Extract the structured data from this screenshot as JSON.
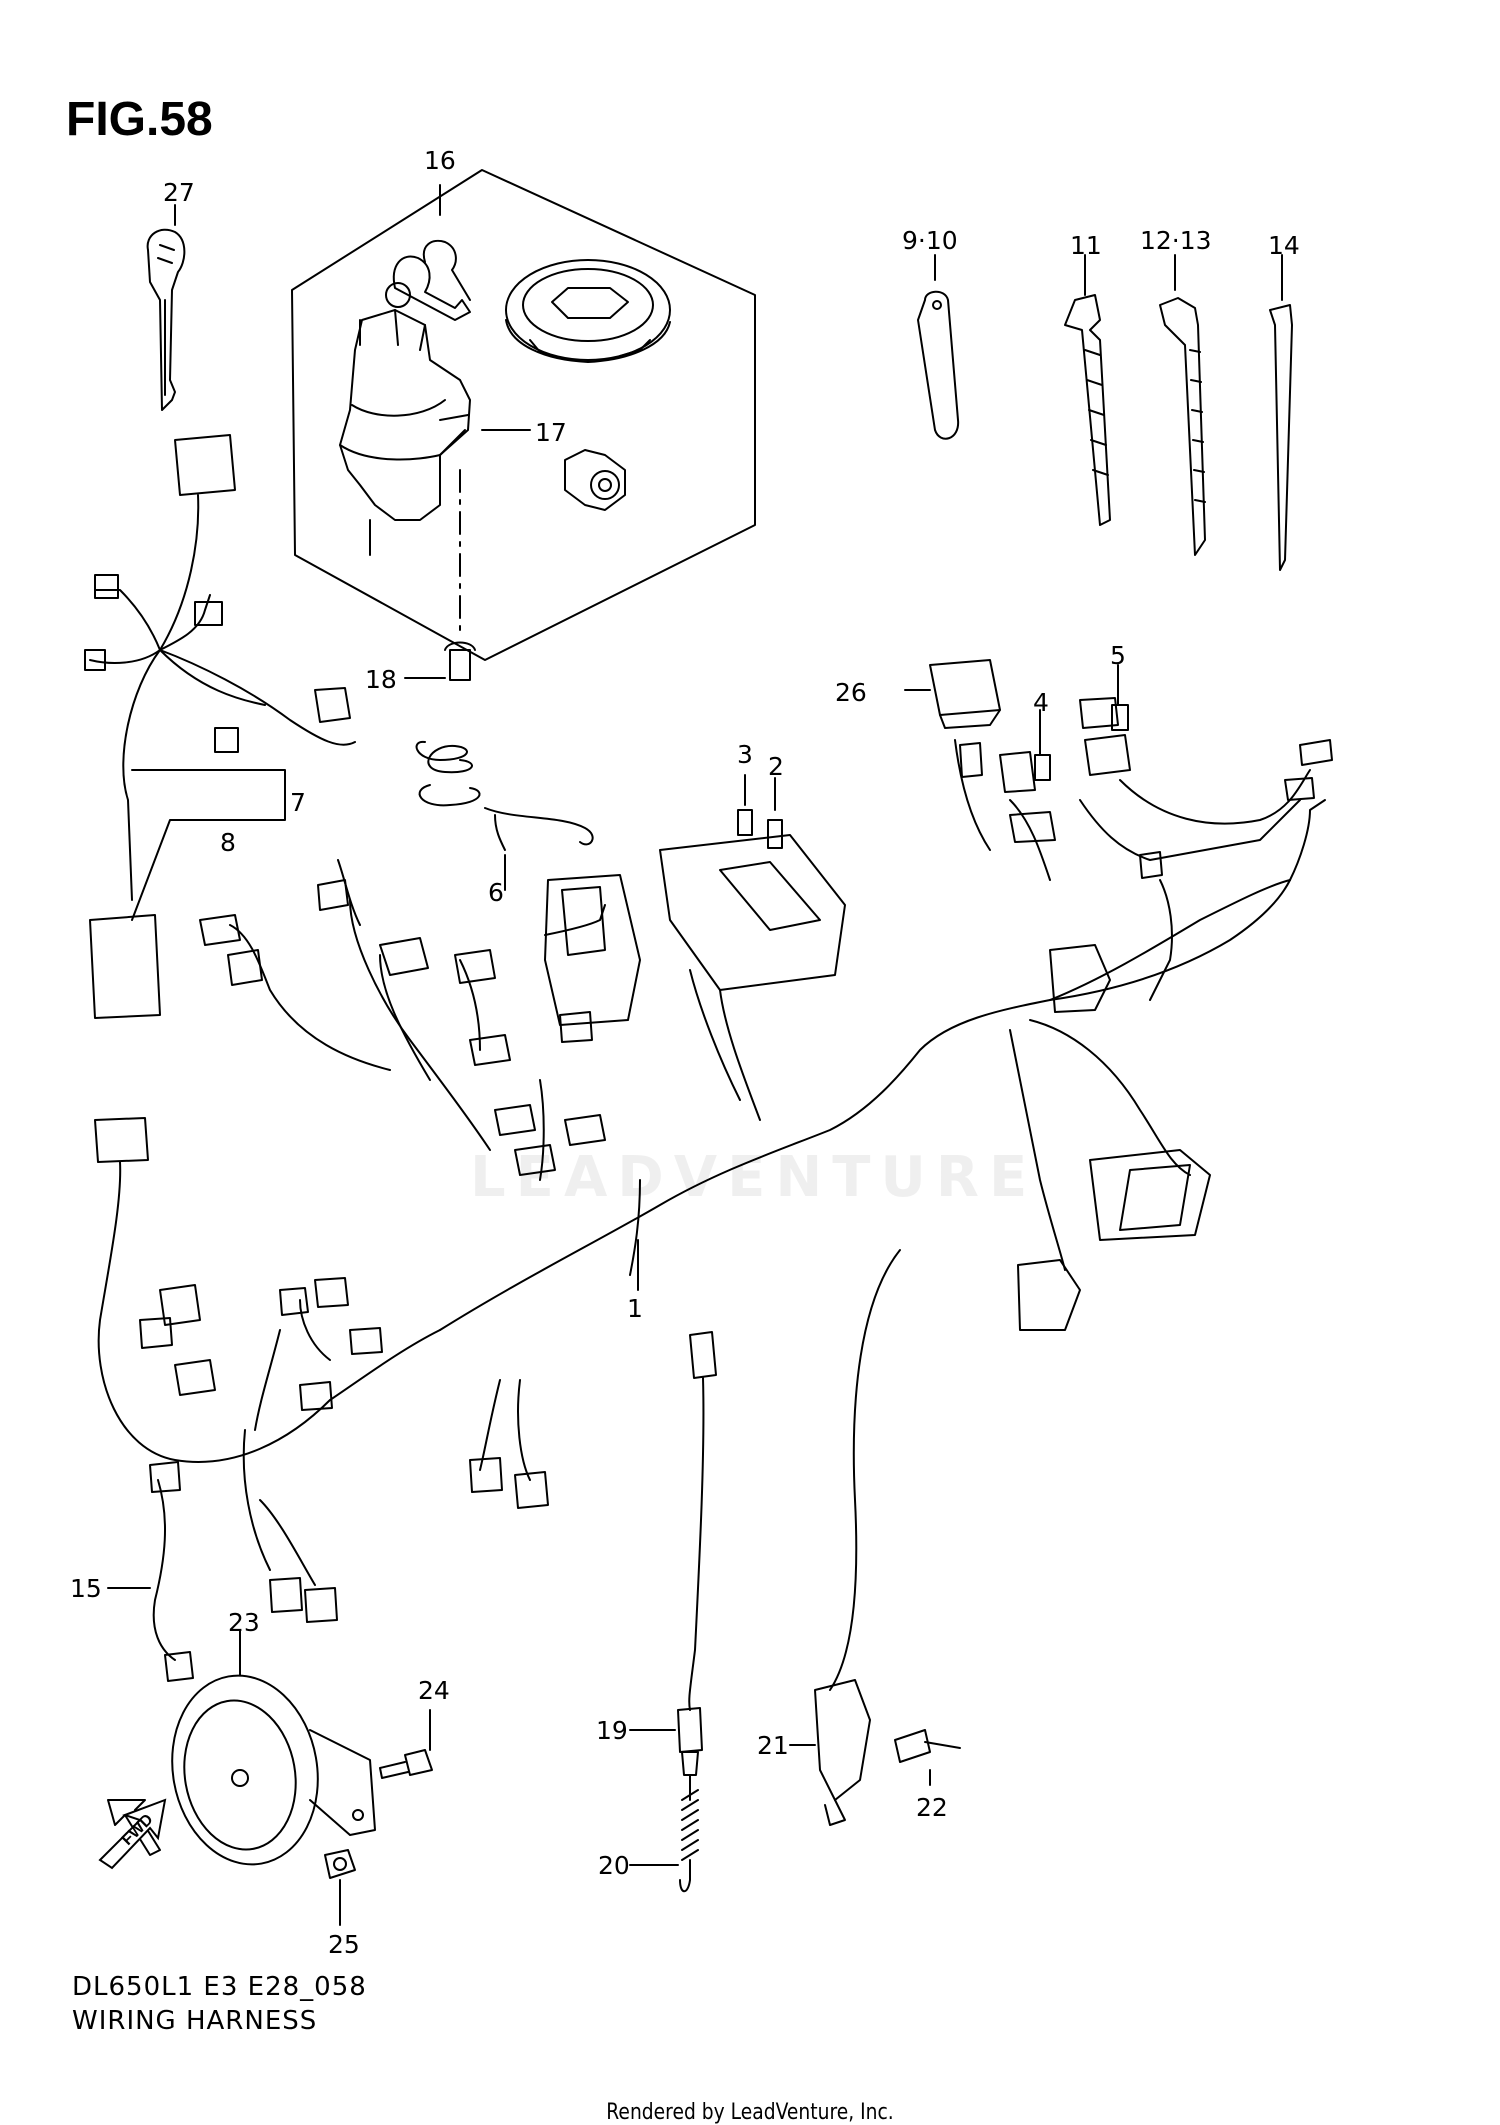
{
  "figure": {
    "title": "FIG.58",
    "code": "DL650L1 E3 E28_058",
    "name": "WIRING HARNESS",
    "credit": "Rendered by LeadVenture, Inc.",
    "watermark": "LEADVENTURE",
    "direction_arrow": "FWD"
  },
  "callouts": {
    "c1": "1",
    "c2": "2",
    "c3": "3",
    "c4": "4",
    "c5": "5",
    "c6": "6",
    "c7": "7",
    "c8": "8",
    "c9_10": "9·10",
    "c11": "11",
    "c12_13": "12·13",
    "c14": "14",
    "c15": "15",
    "c16": "16",
    "c17": "17",
    "c18": "18",
    "c19": "19",
    "c20": "20",
    "c21": "21",
    "c22": "22",
    "c23": "23",
    "c24": "24",
    "c25": "25",
    "c26": "26",
    "c27": "27"
  }
}
